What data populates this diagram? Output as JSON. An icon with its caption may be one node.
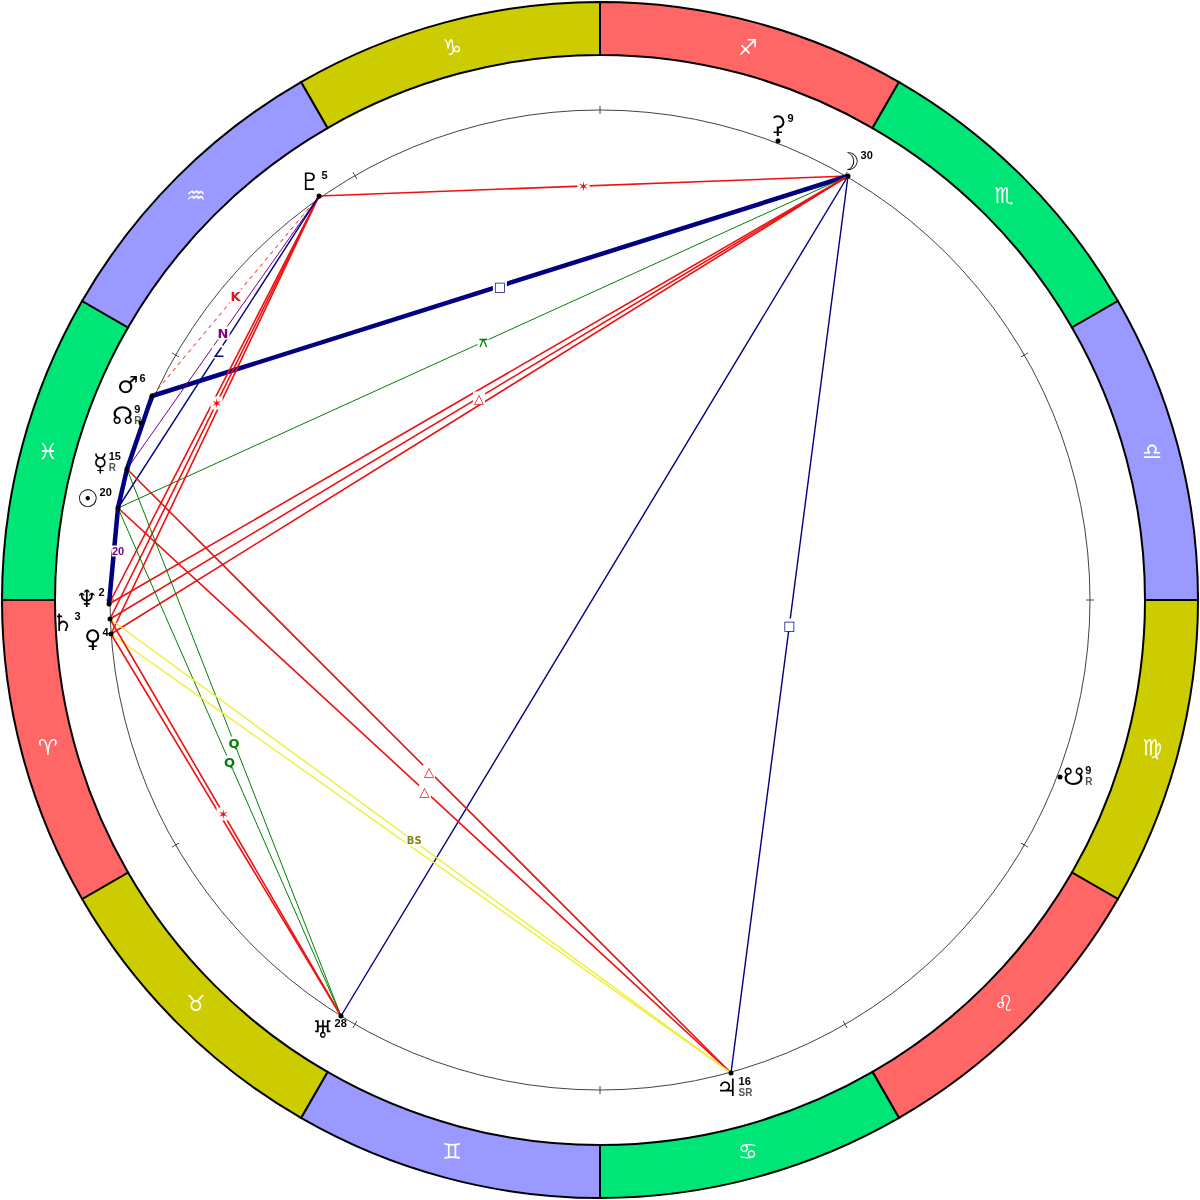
{
  "diagram": {
    "nodes": [
      {
        "text": [
          "♇",
          "5"
        ]
      },
      {
        "text": [
          "⚳",
          "9"
        ]
      },
      {
        "text": [
          "☽",
          "30"
        ]
      },
      {
        "text": [
          "♂",
          "6"
        ]
      },
      {
        "text": [
          "☊",
          "9",
          "R"
        ]
      },
      {
        "text": [
          "☿",
          "15",
          "R"
        ]
      },
      {
        "text": [
          "☉",
          "20"
        ]
      },
      {
        "text": [
          "♆",
          "2"
        ]
      },
      {
        "text": [
          "♄",
          "3"
        ]
      },
      {
        "text": [
          "♀",
          "4"
        ]
      },
      {
        "text": [
          "☋",
          "9",
          "R"
        ]
      },
      {
        "text": [
          "♅",
          "28"
        ]
      },
      {
        "text": [
          "♃",
          "16",
          "SR"
        ]
      }
    ],
    "edges": [
      {
        "from": 0,
        "to": 2,
        "arrow": "none",
        "label": "✶"
      },
      {
        "from": 3,
        "to": 2,
        "arrow": "none",
        "label": "□",
        "style": "thick",
        "color": "#000080"
      },
      {
        "from": 6,
        "to": 2,
        "arrow": "none",
        "label": "⚻",
        "color": "#008000"
      },
      {
        "from": 7,
        "to": 2,
        "arrow": "none"
      },
      {
        "from": 8,
        "to": 2,
        "arrow": "none",
        "label": "△"
      },
      {
        "from": 9,
        "to": 2,
        "arrow": "none"
      },
      {
        "from": 2,
        "to": 12,
        "arrow": "none",
        "label": "□",
        "color": "#000080"
      },
      {
        "from": 11,
        "to": 2,
        "arrow": "none",
        "color": "#000080"
      },
      {
        "from": 0,
        "to": 7,
        "arrow": "none"
      },
      {
        "from": 0,
        "to": 8,
        "arrow": "none",
        "label": "✶"
      },
      {
        "from": 0,
        "to": 9,
        "arrow": "none"
      },
      {
        "from": 0,
        "to": 3,
        "arrow": "none",
        "label": "K",
        "style": "dashed"
      },
      {
        "from": 0,
        "to": 5,
        "arrow": "none",
        "label": "N",
        "color": "#800080"
      },
      {
        "from": 0,
        "to": 6,
        "arrow": "none",
        "label": "∠",
        "color": "#000080"
      },
      {
        "from": 5,
        "to": 12,
        "arrow": "none",
        "label": "△"
      },
      {
        "from": 6,
        "to": 12,
        "arrow": "none",
        "label": "△"
      },
      {
        "from": 5,
        "to": 11,
        "arrow": "none",
        "label": "Q",
        "color": "#008000"
      },
      {
        "from": 6,
        "to": 11,
        "arrow": "none",
        "label": "Q",
        "color": "#008000"
      },
      {
        "from": 8,
        "to": 12,
        "arrow": "none",
        "label": "BS",
        "color": "#eeee33"
      },
      {
        "from": 9,
        "to": 12,
        "arrow": "none",
        "color": "#eeee33"
      },
      {
        "from": 8,
        "to": 11,
        "arrow": "none",
        "label": "✶"
      },
      {
        "from": 9,
        "to": 11,
        "arrow": "none"
      },
      {
        "from": 3,
        "to": 5,
        "arrow": "none",
        "style": "thick",
        "color": "#000080"
      },
      {
        "from": 5,
        "to": 6,
        "arrow": "none",
        "style": "thick",
        "color": "#000080"
      },
      {
        "from": 6,
        "to": 7,
        "arrow": "none",
        "style": "thick",
        "color": "#000080"
      }
    ],
    "labels": [
      "♑",
      "♐",
      "♏",
      "♎",
      "♍",
      "♌",
      "♋",
      "♊",
      "♉",
      "♈",
      "♓",
      "♒",
      "20"
    ]
  }
}
